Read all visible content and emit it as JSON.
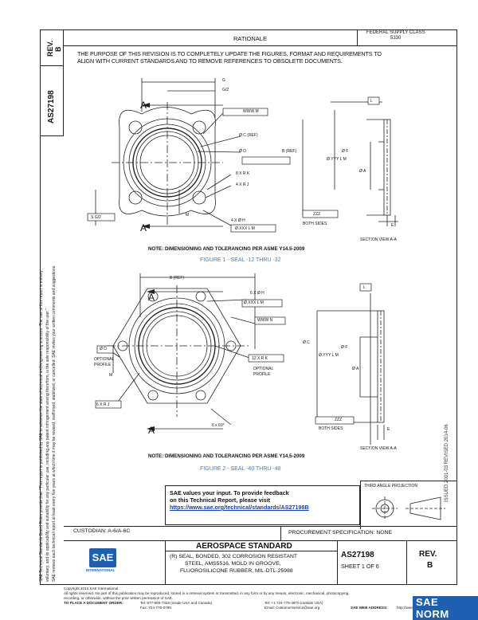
{
  "header": {
    "rev_label": "REV.",
    "rev_value": "B",
    "doc_number": "AS27198",
    "rationale_title": "RATIONALE",
    "fed_sup_class": "FEDERAL SUPPLY CLASS",
    "fed_sup_number": "5330",
    "rationale_text_1": "THE PURPOSE OF THIS REVISION IS TO COMPLETELY UPDATE THE FIGURES, FORMAT AND REQUIREMENTS TO",
    "rationale_text_2": "ALIGN WITH CURRENT STANDARDS AND TO REMOVE REFERENCES TO OBSOLETE DOCUMENTS."
  },
  "side_notice": {
    "line1": "SAE Technical Standards Board Rules provide that: \"This report is published by SAE to advance the state of technical and engineering sciences. The use of this report is entirely",
    "line2": "voluntary, and its applicability and suitability for any particular use, including any patent infringement arising therefrom, is the sole responsibility of the user.\"",
    "line3": "SAE reviews each technical report at least every five years at which time it may be revised, reaffirmed, stabilized, or cancelled. SAE invites your written comments and suggestions."
  },
  "right_margin": {
    "ihs_text": "ISSUED 2001-03  REVISED 2014-06"
  },
  "figure1": {
    "labels": {
      "g": "G",
      "g2": "G/2",
      "www_m": "WWW M",
      "phi_c_ref": "Ø C  (REF)",
      "phi_d": "Ø D",
      "b_ref": "B (REF)",
      "phi_f": "Ø F",
      "yyy_lm": "Ø.YYY L M",
      "phi_a": "Ø A",
      "eight_xrk": "8 X R K",
      "four_xrj": "4 X R J",
      "s_g2": "S  G/2",
      "m": "M",
      "four_xh": "4 X Ø H",
      "xxx_lm": "Ø.XXX  L  M",
      "zzz": "ZZZ",
      "both_sides": "BOTH SIDES",
      "a_top": "A",
      "a_bottom": "A",
      "l": "L",
      "e": "E",
      "section": "SECTION VIEW A-A"
    },
    "note": "NOTE:  DIMENSIONING AND TOLERANCING PER ASME Y14.5-2009",
    "caption": "FIGURE 1 - SEAL -12 THRU -32"
  },
  "figure2": {
    "labels": {
      "b_ref": "B (REF)",
      "six_xh": "6 X Ø H",
      "xxx_lm": "Ø.XXX L M",
      "www_n": "WWW N",
      "phi_d": "Ø D",
      "optional_profile_l": "OPTIONAL\nPROFILE",
      "m": "M",
      "phi_c": "Ø C",
      "phi_f": "Ø F",
      "yyy_lm": "Ø.YYY L M",
      "phi_a": "Ø A",
      "twelve_xrk": "12 X R K",
      "optional_profile_r": "OPTIONAL\nPROFILE",
      "six_xrj": "6 X R J",
      "six_60": "6 x 60°",
      "zzz": "ZZZ",
      "both_sides": "BOTH SIDES",
      "a_top": "A",
      "a_bottom": "A",
      "l": "L",
      "e": "E",
      "section": "SECTION VIEW A-A"
    },
    "note": "NOTE:  DIMENSIONING AND TOLERANCING PER ASME Y14.5-2009",
    "caption": "FIGURE 2 - SEAL -40 THRU -48"
  },
  "feedback": {
    "line1": "SAE values your input. To provide feedback",
    "line2": "on this Technical Report, please visit",
    "link": "https://www.sae.org/technical/standards/AS27198B"
  },
  "projection": {
    "label": "THIRD ANGLE PROJECTION"
  },
  "title_block": {
    "custodian": "CUSTODIAN: A-6/A-6C",
    "procurement": "PROCUREMENT SPECIFICATION: NONE",
    "logo_text": "SAE",
    "logo_sub": "INTERNATIONAL",
    "aero_std": "AEROSPACE STANDARD",
    "title_line1": "(R) SEAL, BONDED, 302 CORROSION RESISTANT",
    "title_line2": "STEEL, AMS5516, MOLD IN GROOVE,",
    "title_line3": "FLUOROSILICONE RUBBER, MIL-DTL-25988",
    "doc_number": "AS27198",
    "sheet": "SHEET 1 OF 6",
    "rev_label": "REV.",
    "rev_value": "B"
  },
  "footer": {
    "copyright": "Copyright 2014 SAE International",
    "rights": "All rights reserved. No part of this publication may be reproduced, stored in a retrieval system or transmitted, in any form or by any means, electronic, mechanical, photocopying,",
    "rights2": "recording, or otherwise, without the prior written permission of SAE.",
    "order_label": "TO PLACE A DOCUMENT ORDER:",
    "tel1": "Tel: 877-606-7323 (inside USA and Canada)",
    "tel2": "Tel: +1 724-776-4970 (outside USA)",
    "fax": "Fax: 724-776-0790",
    "email": "Email: CustomerService@sae.org",
    "web_label": "SAE WEB ADDRESS:",
    "web": "http://www.sae.org"
  },
  "watermark": {
    "text": "SAE NORM"
  }
}
